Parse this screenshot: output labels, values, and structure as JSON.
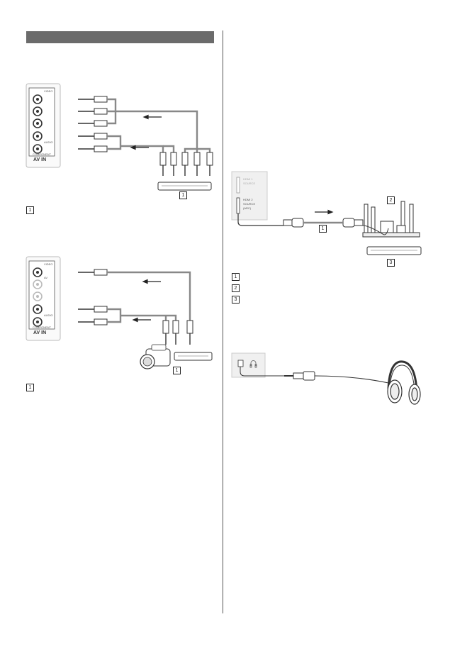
{
  "markers": {
    "one": "1",
    "two": "2",
    "three": "3"
  },
  "panel1": {
    "labels": [
      "VIDEO",
      "AUDIO",
      "COMPONENT"
    ],
    "avin": "AV IN"
  },
  "panel2": {
    "labels": [
      "VIDEO",
      "AV",
      "AUDIO",
      "COMPONENT"
    ],
    "avin": "AV IN"
  },
  "panel3": {
    "labels": [
      "HDMI 1",
      "SOURCE",
      "HDMI 2",
      "SOURCE",
      "(ARC)"
    ]
  },
  "icons": {
    "camcorder": "camcorder-icon",
    "player": "player-device-icon",
    "speakers": "speaker-system-icon",
    "headphones": "headphones-icon"
  }
}
